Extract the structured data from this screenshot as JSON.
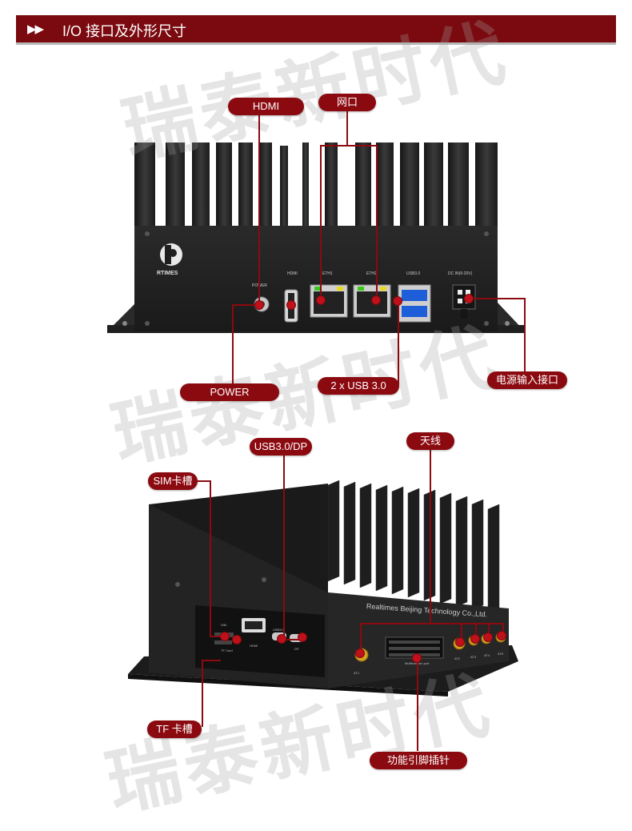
{
  "header": {
    "arrows": "▶▶",
    "title": "I/O 接口及外形尺寸"
  },
  "watermark": "瑞泰新时代",
  "device1": {
    "brand": "RTIMES",
    "port_labels": [
      "POWER",
      "HDMI",
      "ETH1",
      "ETH2",
      "USB3.0",
      "DC IN(9-20V)"
    ]
  },
  "device2": {
    "company_text": "Realtimes Beijing Technology Co.,Ltd.",
    "port_labels": [
      "SIM",
      "TF Card",
      "HDMI",
      "USB3.0",
      "DP",
      "Multifunction port",
      "AT1",
      "AT2",
      "AT3",
      "AT4",
      "AT5"
    ]
  },
  "callouts": {
    "hdmi": "HDMI",
    "ethernet": "网口",
    "power": "POWER",
    "usb": "2 x USB 3.0",
    "dc_in": "电源输入接口",
    "usb_dp": "USB3.0/DP",
    "antenna": "天线",
    "sim": "SIM卡槽",
    "tf": "TF 卡槽",
    "gpio": "功能引脚插针"
  }
}
